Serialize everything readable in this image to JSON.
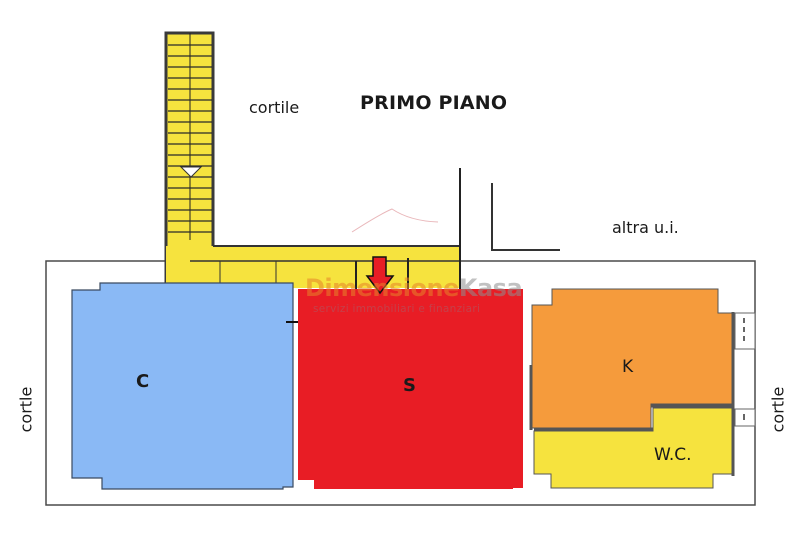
{
  "plan": {
    "title": "PRIMO PIANO",
    "labels": {
      "cortile_top": "cortile",
      "altra_ui": "altra u.i.",
      "cortile_left": "cortle",
      "cortile_right": "cortle"
    },
    "rooms": [
      {
        "id": "C",
        "label": "C",
        "color": "#8ab9f5"
      },
      {
        "id": "S",
        "label": "S",
        "color": "#e81d25"
      },
      {
        "id": "K",
        "label": "K",
        "color": "#f59b3c"
      },
      {
        "id": "WC",
        "label": "W.C.",
        "color": "#f6e33e"
      }
    ],
    "stairs_corridor_color": "#f6e33e",
    "entrance_arrow_color": "#e81d25",
    "direction_marker": "down-triangle"
  },
  "watermark": {
    "brand_part1": "Dimensione",
    "brand_part2": "Kasa",
    "tagline": "servizi immobiliari e finanziari"
  }
}
